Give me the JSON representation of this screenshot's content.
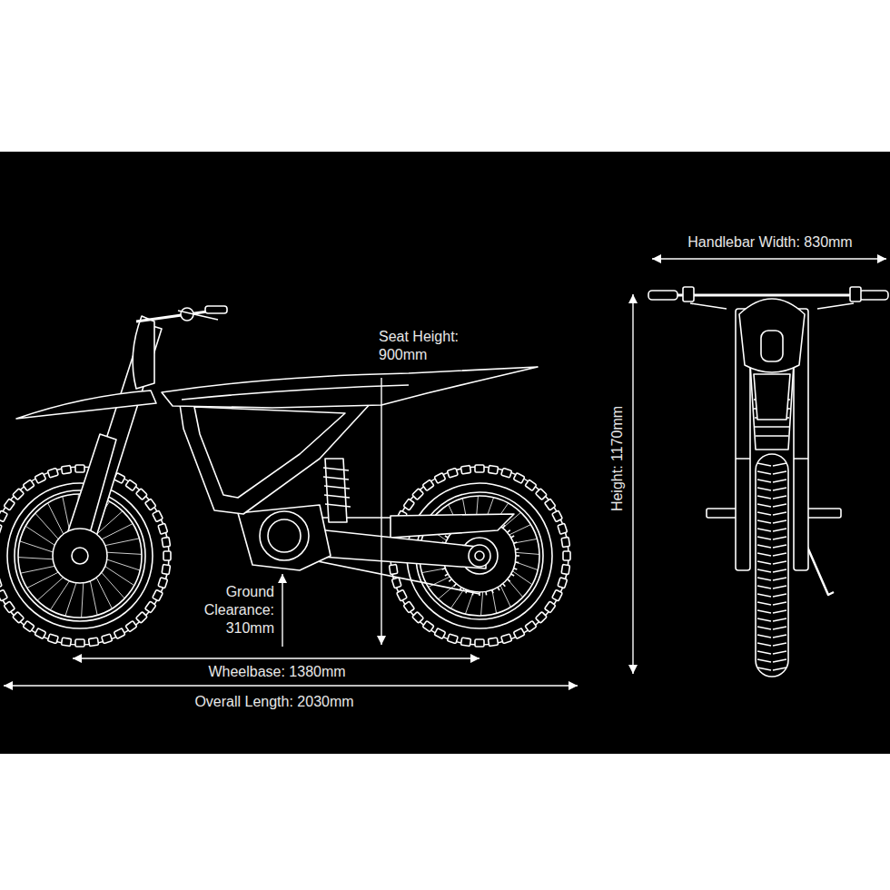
{
  "diagram": {
    "labels": [
      "Handlebar Width: 830mm",
      "Seat Height: 900mm",
      "Height: 1170mm",
      "Ground Clearance: 310mm",
      "Wheelbase: 1380mm",
      "Overall Length: 2030mm"
    ]
  }
}
